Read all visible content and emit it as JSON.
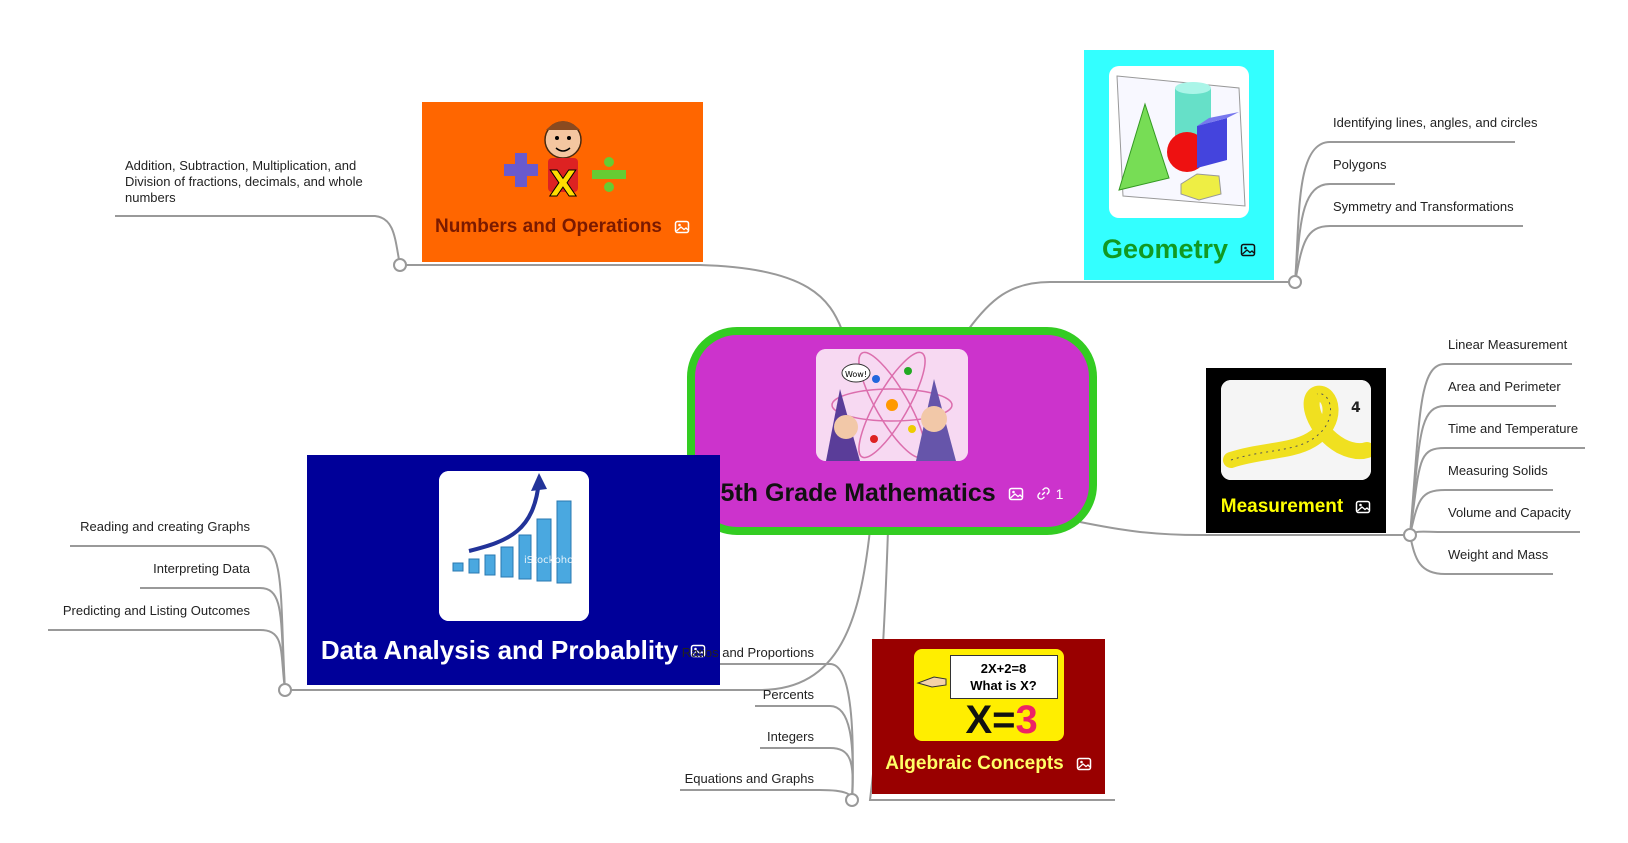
{
  "central": {
    "title": "5th Grade Mathematics",
    "link_count": "1",
    "background": "#cc33cc",
    "border": "#33cc22"
  },
  "topics": {
    "numbers": {
      "title": "Numbers and Operations",
      "background": "#ff6600",
      "title_color": "#7a1a00",
      "children": [
        "Addition, Subtraction, Multiplication, and Division of fractions, decimals, and whole numbers"
      ]
    },
    "geometry": {
      "title": "Geometry",
      "background": "#33ffff",
      "title_color": "#119922",
      "children": [
        "Identifying lines, angles, and circles",
        "Polygons",
        "Symmetry and Transformations"
      ]
    },
    "measurement": {
      "title": "Measurement",
      "background": "#000000",
      "title_color": "#ffff00",
      "children": [
        "Linear Measurement",
        "Area and Perimeter",
        "Time and Temperature",
        "Measuring Solids",
        "Volume and Capacity",
        "Weight and Mass"
      ]
    },
    "data": {
      "title": "Data Analysis and Probablity",
      "background": "#000099",
      "title_color": "#ffffff",
      "image_watermark": "iStockphoto",
      "children": [
        "Reading and creating Graphs",
        "Interpreting Data",
        "Predicting and Listing Outcomes"
      ]
    },
    "algebra": {
      "title": "Algebraic Concepts",
      "background": "#990000",
      "title_color": "#ffff66",
      "image_equation": "2X+2=8",
      "image_question": "What is X?",
      "image_answer_x": "X=",
      "image_answer_value": "3",
      "children": [
        "Ratios and Proportions",
        "Percents",
        "Integers",
        "Equations and Graphs"
      ]
    }
  },
  "icons": {
    "topic_icon": "image-icon",
    "central_link_icon": "link-icon"
  },
  "connector_color": "#999999"
}
